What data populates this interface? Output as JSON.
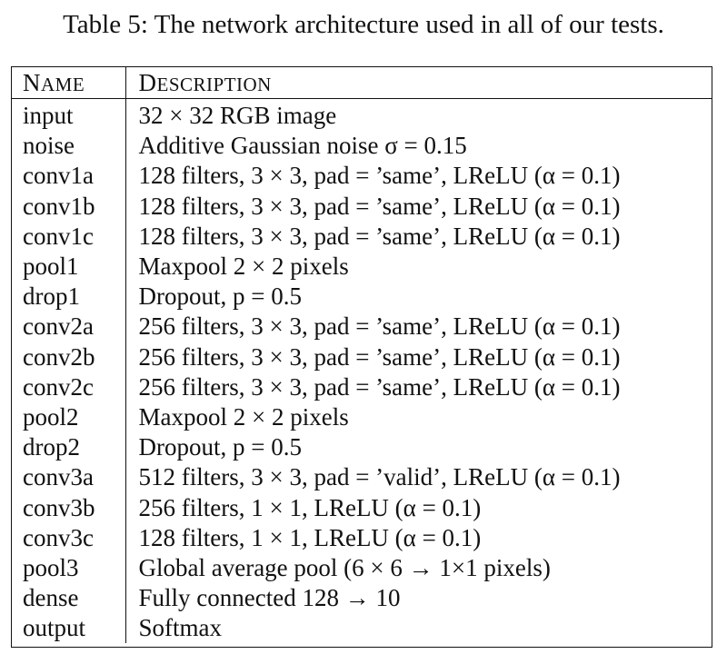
{
  "caption": "Table 5: The network architecture used in all of our tests.",
  "table": {
    "headers": {
      "name": "NAME",
      "description": "DESCRIPTION"
    },
    "rows": [
      {
        "name": "input",
        "description": "32 × 32 RGB image"
      },
      {
        "name": "noise",
        "description": "Additive Gaussian noise σ = 0.15"
      },
      {
        "name": "conv1a",
        "description": "128 filters, 3 × 3, pad = ’same’, LReLU (α = 0.1)"
      },
      {
        "name": "conv1b",
        "description": "128 filters, 3 × 3, pad = ’same’, LReLU (α = 0.1)"
      },
      {
        "name": "conv1c",
        "description": "128 filters, 3 × 3, pad = ’same’, LReLU (α = 0.1)"
      },
      {
        "name": "pool1",
        "description": "Maxpool 2 × 2 pixels"
      },
      {
        "name": "drop1",
        "description": "Dropout, p = 0.5"
      },
      {
        "name": "conv2a",
        "description": "256 filters, 3 × 3, pad = ’same’, LReLU (α = 0.1)"
      },
      {
        "name": "conv2b",
        "description": "256 filters, 3 × 3, pad = ’same’, LReLU (α = 0.1)"
      },
      {
        "name": "conv2c",
        "description": "256 filters, 3 × 3, pad = ’same’, LReLU (α = 0.1)"
      },
      {
        "name": "pool2",
        "description": "Maxpool 2 × 2 pixels"
      },
      {
        "name": "drop2",
        "description": "Dropout, p = 0.5"
      },
      {
        "name": "conv3a",
        "description": "512 filters, 3 × 3, pad = ’valid’, LReLU (α = 0.1)"
      },
      {
        "name": "conv3b",
        "description": "256 filters, 1 × 1, LReLU (α = 0.1)"
      },
      {
        "name": "conv3c",
        "description": "128 filters, 1 × 1, LReLU (α = 0.1)"
      },
      {
        "name": "pool3",
        "description": "Global average pool (6 × 6 → 1×1 pixels)"
      },
      {
        "name": "dense",
        "description": "Fully connected 128 → 10"
      },
      {
        "name": "output",
        "description": "Softmax"
      }
    ]
  }
}
